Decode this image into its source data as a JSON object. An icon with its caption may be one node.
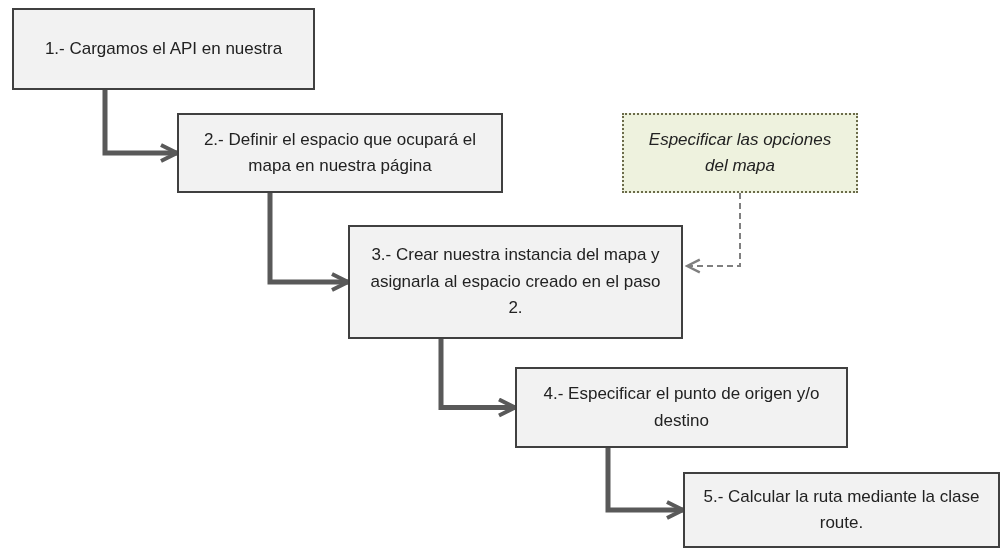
{
  "diagram": {
    "nodes": [
      {
        "text": [
          "1.- Cargamos el API en nuestra"
        ]
      },
      {
        "text": [
          "2.- Definir el espacio que ocupará el mapa en nuestra página"
        ]
      },
      {
        "text": [
          "3.- Crear nuestra instancia del mapa y asignarla al espacio creado en el paso 2."
        ]
      },
      {
        "text": [
          "4.- Especificar el punto de origen y/o destino"
        ]
      },
      {
        "text": [
          "5.- Calcular la ruta mediante la clase route."
        ]
      },
      {
        "text": [
          "Especificar las opciones del mapa"
        ]
      }
    ],
    "edges": [
      {
        "from": 0,
        "to": 1,
        "arrow": "to"
      },
      {
        "from": 1,
        "to": 2,
        "arrow": "to"
      },
      {
        "from": 2,
        "to": 3,
        "arrow": "to"
      },
      {
        "from": 3,
        "to": 4,
        "arrow": "to"
      },
      {
        "from": 5,
        "to": 2,
        "arrow": "to",
        "style": "dashed",
        "color": "#7f7f7f"
      }
    ]
  }
}
